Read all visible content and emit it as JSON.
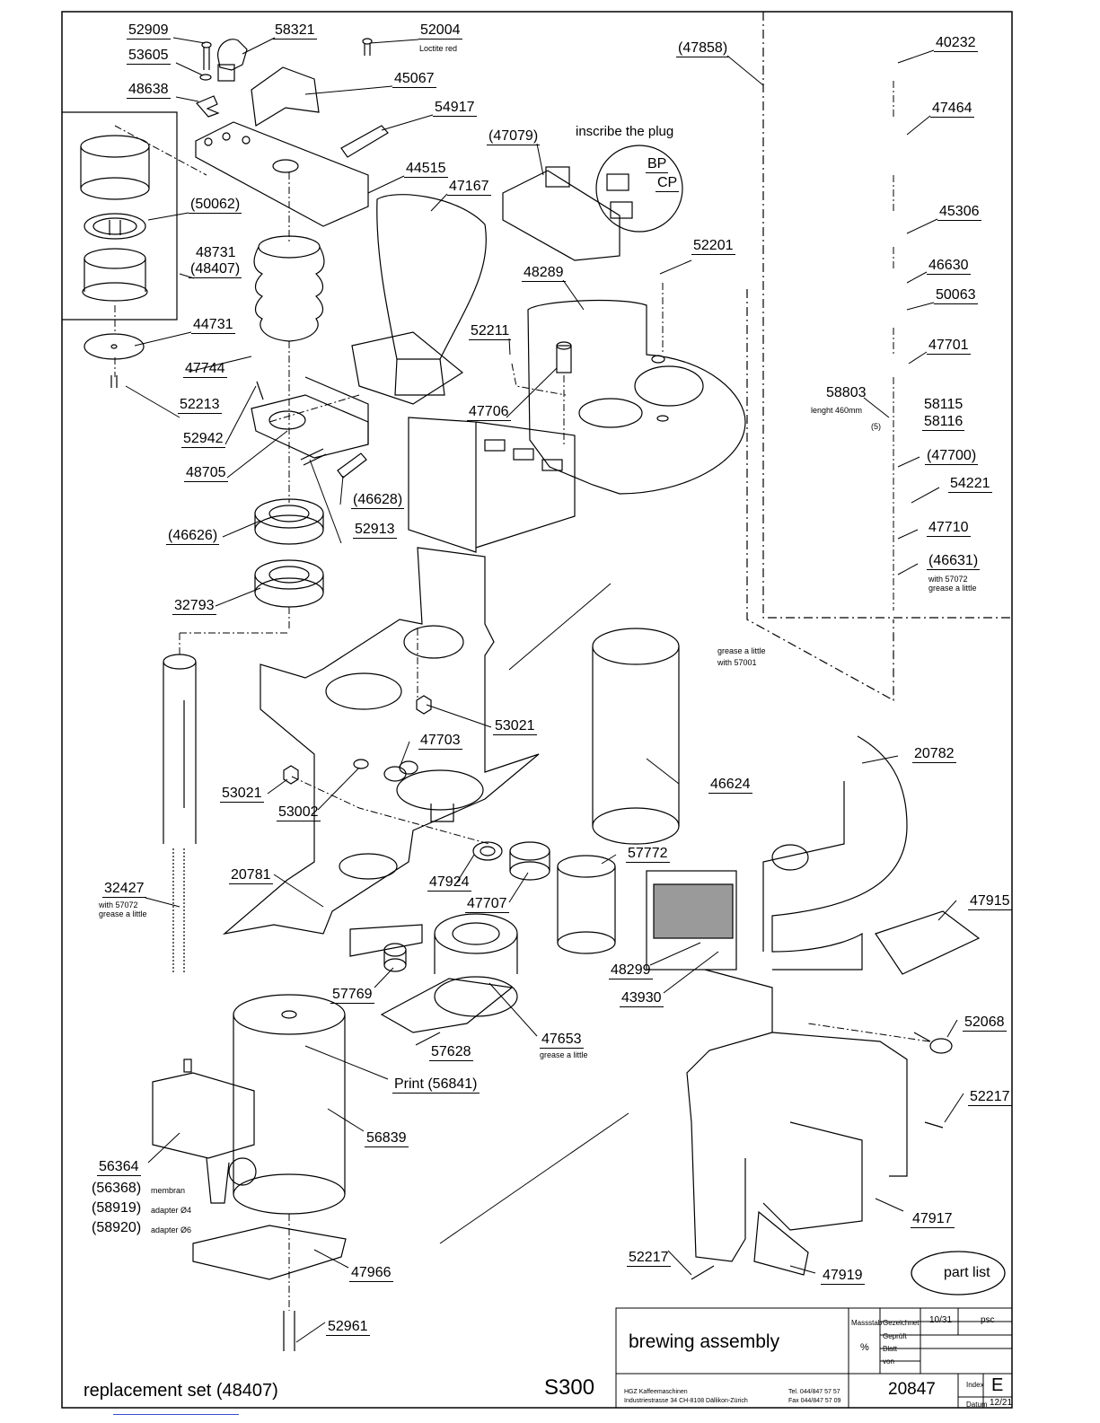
{
  "drawing": {
    "title": "brewing assembly",
    "model": "S300",
    "replacement_set": "replacement set (48407)",
    "part_list": "part list",
    "inscribe_note": "inscribe the plug",
    "bp": "BP",
    "cp": "CP"
  },
  "parts": [
    {
      "id": "p52909",
      "label": "52909"
    },
    {
      "id": "p58321",
      "label": "58321"
    },
    {
      "id": "p52004",
      "label": "52004"
    },
    {
      "id": "p53605",
      "label": "53605"
    },
    {
      "id": "p45067",
      "label": "45067"
    },
    {
      "id": "p48638",
      "label": "48638"
    },
    {
      "id": "p54917",
      "label": "54917"
    },
    {
      "id": "p47858",
      "label": "(47858)"
    },
    {
      "id": "p40232",
      "label": "40232"
    },
    {
      "id": "p47464",
      "label": "47464"
    },
    {
      "id": "p47079",
      "label": "(47079)"
    },
    {
      "id": "p44515",
      "label": "44515"
    },
    {
      "id": "p47167",
      "label": "47167"
    },
    {
      "id": "p50062",
      "label": "(50062)"
    },
    {
      "id": "p45306",
      "label": "45306"
    },
    {
      "id": "p48731",
      "label": "48731"
    },
    {
      "id": "p48407",
      "label": "(48407)"
    },
    {
      "id": "p52201",
      "label": "52201"
    },
    {
      "id": "p46630",
      "label": "46630"
    },
    {
      "id": "p48289",
      "label": "48289"
    },
    {
      "id": "p50063",
      "label": "50063"
    },
    {
      "id": "p44731",
      "label": "44731"
    },
    {
      "id": "p52211",
      "label": "52211"
    },
    {
      "id": "p47701",
      "label": "47701"
    },
    {
      "id": "p47744",
      "label": "47744"
    },
    {
      "id": "p58803",
      "label": "58803"
    },
    {
      "id": "p58115",
      "label": "58115"
    },
    {
      "id": "p52213",
      "label": "52213"
    },
    {
      "id": "p47706",
      "label": "47706"
    },
    {
      "id": "p58116",
      "label": "58116"
    },
    {
      "id": "p52942",
      "label": "52942"
    },
    {
      "id": "p47700",
      "label": "(47700)"
    },
    {
      "id": "p48705",
      "label": "48705"
    },
    {
      "id": "p54221",
      "label": "54221"
    },
    {
      "id": "p46628",
      "label": "(46628)"
    },
    {
      "id": "p46626",
      "label": "(46626)"
    },
    {
      "id": "p52913",
      "label": "52913"
    },
    {
      "id": "p47710",
      "label": "47710"
    },
    {
      "id": "p46631",
      "label": "(46631)"
    },
    {
      "id": "p32793",
      "label": "32793"
    },
    {
      "id": "p53021a",
      "label": "53021"
    },
    {
      "id": "p47703",
      "label": "47703"
    },
    {
      "id": "p20782",
      "label": "20782"
    },
    {
      "id": "p53021b",
      "label": "53021"
    },
    {
      "id": "p46624",
      "label": "46624"
    },
    {
      "id": "p53002",
      "label": "53002"
    },
    {
      "id": "p57772",
      "label": "57772"
    },
    {
      "id": "p20781",
      "label": "20781"
    },
    {
      "id": "p47924",
      "label": "47924"
    },
    {
      "id": "p32427",
      "label": "32427"
    },
    {
      "id": "p47707",
      "label": "47707"
    },
    {
      "id": "p47915",
      "label": "47915"
    },
    {
      "id": "p48299",
      "label": "48299"
    },
    {
      "id": "p57769",
      "label": "57769"
    },
    {
      "id": "p43930",
      "label": "43930"
    },
    {
      "id": "p52068",
      "label": "52068"
    },
    {
      "id": "p47653",
      "label": "47653"
    },
    {
      "id": "p57628",
      "label": "57628"
    },
    {
      "id": "p56841",
      "label": "Print (56841)"
    },
    {
      "id": "p52217a",
      "label": "52217"
    },
    {
      "id": "p56839",
      "label": "56839"
    },
    {
      "id": "p56364",
      "label": "56364"
    },
    {
      "id": "p56368",
      "label": "(56368)"
    },
    {
      "id": "p58919",
      "label": "(58919)"
    },
    {
      "id": "p58920",
      "label": "(58920)"
    },
    {
      "id": "p47917",
      "label": "47917"
    },
    {
      "id": "p52217b",
      "label": "52217"
    },
    {
      "id": "p47919",
      "label": "47919"
    },
    {
      "id": "p47966",
      "label": "47966"
    },
    {
      "id": "p52961",
      "label": "52961"
    }
  ],
  "notes": [
    {
      "id": "n_loctite",
      "text": "Loctite red"
    },
    {
      "id": "n_length",
      "text": "lenght 460mm"
    },
    {
      "id": "n_5",
      "text": "(5)"
    },
    {
      "id": "n_with57072a",
      "text": "with 57072"
    },
    {
      "id": "n_grease1",
      "text": "grease a little"
    },
    {
      "id": "n_grease2",
      "text": "grease a little"
    },
    {
      "id": "n_with57001",
      "text": "with 57001"
    },
    {
      "id": "n_with57072b",
      "text": "with 57072"
    },
    {
      "id": "n_grease3",
      "text": "grease a little"
    },
    {
      "id": "n_grease4",
      "text": "grease a little"
    },
    {
      "id": "n_membran",
      "text": "membran"
    },
    {
      "id": "n_adapter4",
      "text": "adapter Ø4"
    },
    {
      "id": "n_adapter6",
      "text": "adapter Ø6"
    }
  ],
  "title_block": {
    "massstab": "Massstab",
    "percent": "%",
    "gezeichnet": "Gezeichnet",
    "geprueft": "Geprüft",
    "blatt": "Blatt",
    "von": "von",
    "date": "10/31",
    "initials": "psc",
    "company": "HGZ Kaffeemaschinen",
    "address": "Industriestrasse 34     CH-8108 Dällikon-Zürich",
    "tel": "Tel. 044/847 57 57",
    "fax": "Fax 044/847 57 09",
    "drawing_no": "20847",
    "index_label": "Index",
    "index_value": "E",
    "datum_label": "Datum",
    "datum_value": "12/21"
  }
}
